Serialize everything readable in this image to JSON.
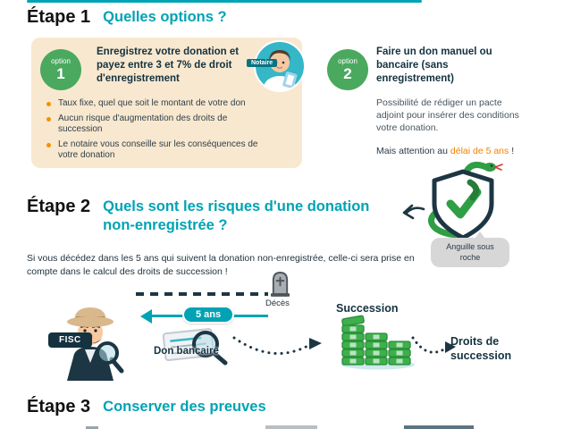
{
  "step1": {
    "label": "Étape 1",
    "title": "Quelles options ?",
    "option1": {
      "badge_word": "option",
      "badge_number": "1",
      "heading": "Enregistrez votre donation et payez entre 3 et 7% de droit d'enregistrement",
      "notary_label": "Notaire",
      "bullets": [
        "Taux fixe, quel que soit le montant de votre don",
        "Aucun risque d'augmentation des droits de succession",
        "Le notaire vous conseille sur les conséquences de votre donation"
      ]
    },
    "option2": {
      "badge_word": "option",
      "badge_number": "2",
      "heading": "Faire un don manuel ou bancaire (sans enregistrement)",
      "body": "Possibilité de rédiger un pacte adjoint pour insérer des conditions votre donation.",
      "warning_prefix": "Mais attention au ",
      "warning_highlight": "délai de 5 ans",
      "warning_suffix": " !"
    }
  },
  "step2": {
    "label": "Étape 2",
    "title": "Quels sont les risques d'une donation non-enregistrée ?",
    "bubble": "Anguille sous roche",
    "intro": "Si vous décédez dans les 5 ans qui suivent la donation non-enregistrée, celle-ci sera prise en compte dans le calcul des droits de succession !",
    "timeline": {
      "death_label": "Décès",
      "duration_label": "5 ans",
      "fisc_label": "FISC",
      "bank_label": "Don bancaire",
      "succession_label": "Succession",
      "rights_label": "Droits de succession"
    }
  },
  "step3": {
    "label": "Étape 3",
    "title": "Conserver des preuves"
  },
  "icons": {
    "notary_avatar": "cartoon notary person in teal circle",
    "shield_check_snake": "shield with green check and snake",
    "left_arrow": "hand-drawn arrow pointing left",
    "tombstone": "grave stone",
    "detective": "detective with hat and magnifying glass",
    "bank_document": "document with magnifying glass",
    "money_stacks": "stacks of green banknotes"
  },
  "colors": {
    "teal": "#00a3b4",
    "orange": "#f39200",
    "orange_highlight": "#f08300",
    "panel_bg": "#f8e8cf",
    "badge_green": "#4aa95e",
    "dark_navy": "#1d3644",
    "money_green": "#3db04b",
    "bubble_gray": "#d7d7d7",
    "fisc_navy": "#14323f"
  }
}
